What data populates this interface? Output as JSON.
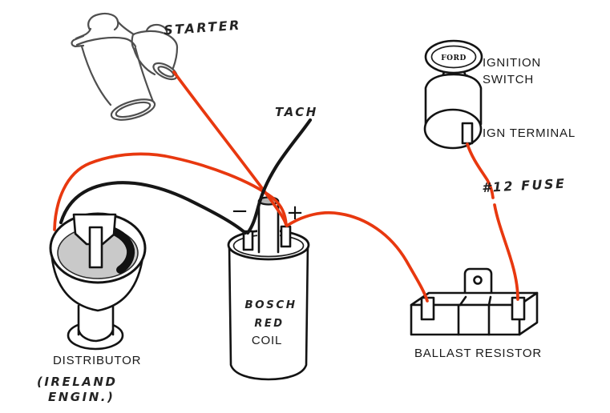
{
  "diagram": {
    "labels": {
      "starter": "STARTER",
      "tach": "TACH",
      "ignition_switch_line1": "IGNITION",
      "ignition_switch_line2": "SWITCH",
      "ign_terminal": "IGN TERMINAL",
      "fuse": "#12 FUSE",
      "key_cap": "FORD",
      "coil_minus": "−",
      "coil_plus": "+",
      "coil_line1": "BOSCH",
      "coil_line2": "RED",
      "coil_line3": "COIL",
      "distributor": "DISTRIBUTOR",
      "distributor_note_line1": "(IRELAND",
      "distributor_note_line2": "ENGIN.)",
      "ballast_resistor": "BALLAST RESISTOR"
    },
    "colors": {
      "wire_hot": "#e8380f",
      "wire_ground": "#161616",
      "ink": "#131313",
      "sketch_stroke": "#4f4f4f",
      "distributor_cap_fill": "#c9c9c9",
      "coil_tower_top_fill": "#b5b5b5",
      "background": "#ffffff"
    },
    "connections": [
      {
        "from": "starter",
        "to": "coil-positive-terminal",
        "color": "red"
      },
      {
        "from": "distributor",
        "to": "coil-positive-terminal",
        "color": "red"
      },
      {
        "from": "coil-positive-terminal",
        "to": "ballast-resistor-left-terminal",
        "color": "red"
      },
      {
        "from": "ignition-switch-ign-terminal",
        "to": "ballast-resistor-right-terminal",
        "color": "red",
        "via": "#12 FUSE"
      },
      {
        "from": "tach",
        "to": "coil-negative-terminal",
        "color": "black"
      },
      {
        "from": "distributor",
        "to": "coil-negative-terminal",
        "color": "black"
      }
    ]
  }
}
